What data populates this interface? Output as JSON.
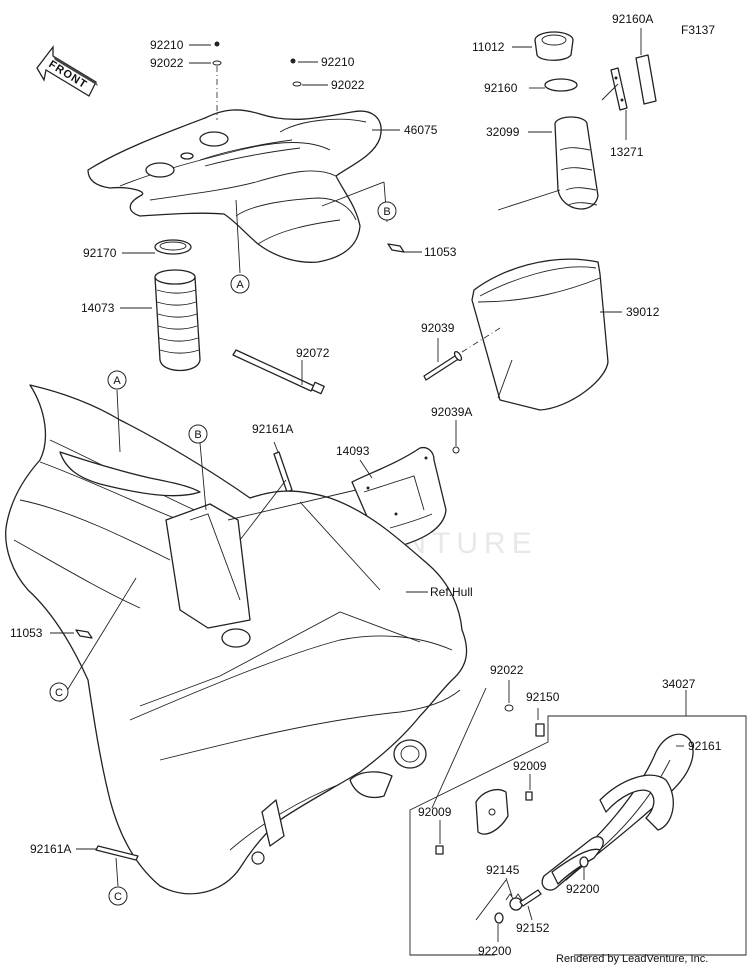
{
  "figure_code": "F3137",
  "watermark": "LEADVENTURE",
  "footer": "Rendered by LeadVenture, Inc.",
  "front_arrow": "FRONT",
  "hull_ref": "Ref.Hull",
  "refs": {
    "A": "A",
    "B": "B",
    "C": "C"
  },
  "parts": {
    "p92210a": "92210",
    "p92022a": "92022",
    "p92210b": "92210",
    "p92022b": "92022",
    "p46075": "46075",
    "p11012": "11012",
    "p92160A": "92160A",
    "p92160": "92160",
    "p32099": "32099",
    "p13271": "13271",
    "p92170": "92170",
    "p11053a": "11053",
    "p14073": "14073",
    "p39012": "39012",
    "p92039": "92039",
    "p92072": "92072",
    "p92161A_top": "92161A",
    "p92039A": "92039A",
    "p14093": "14093",
    "p11053b": "11053",
    "p92022c": "92022",
    "p92150": "92150",
    "p34027": "34027",
    "p92009a": "92009",
    "p92161": "92161",
    "p92009b": "92009",
    "p92145": "92145",
    "p92200a": "92200",
    "p92161A_bot": "92161A",
    "p92152": "92152",
    "p92200b": "92200"
  }
}
